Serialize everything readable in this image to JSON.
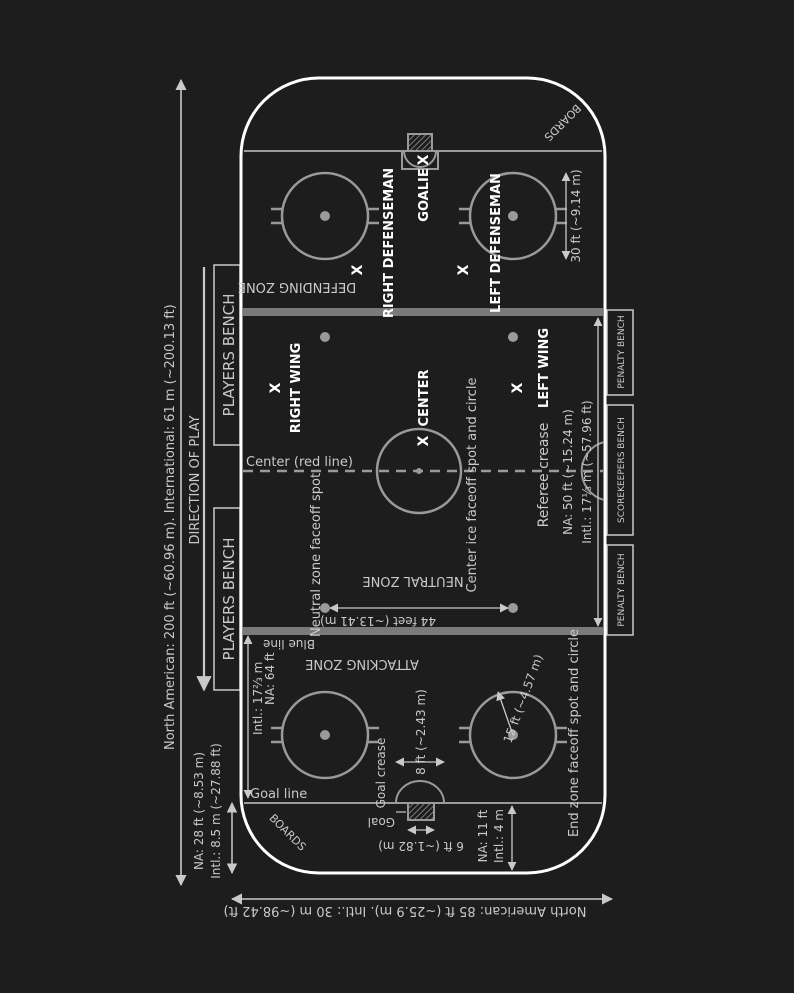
{
  "colors": {
    "background": "#1d1d1d",
    "boards": "#ffffff",
    "lines": "#9a9a9a",
    "text": "#c9c9c9",
    "player_text": "#ffffff"
  },
  "labels": {
    "dimension_length": "North American: 200 ft (~60.96 m). International: 61 m (~200.13 ft)",
    "dimension_width": "North American: 85 ft (~25.9 m). Intl.: 30 m (~98.42 ft)",
    "direction_of_play": "DIRECTION OF PLAY",
    "players_bench": "PLAYERS BENCH",
    "penalty_bench": "PENALTY BENCH",
    "scorekeepers_bench": "SCOREKEEPERS BENCH",
    "boards": "BOARDS",
    "defending_zone": "DEFENDING ZONE",
    "neutral_zone": "NEUTRAL ZONE",
    "attacking_zone": "ATTACKING ZONE",
    "goalie": "GOALIE",
    "right_defenseman": "RIGHT DEFENSEMAN",
    "left_defenseman": "LEFT DEFENSEMAN",
    "right_wing": "RIGHT WING",
    "left_wing": "LEFT WING",
    "center": "CENTER",
    "player_marker": "X",
    "center_red_line": "Center (red line)",
    "center_ice_faceoff": "Center ice faceoff spot and circle",
    "neutral_zone_faceoff": "Neutral zone faceoff spot",
    "referee_crease": "Referee crease",
    "na_50ft": "NA: 50 ft (~15.24 m)",
    "intl_17m": "Intl.: 17⅓ m (~57.96 ft)",
    "feet_44": "44 feet (~13.41 m)",
    "blue_line": "Blue line",
    "na_64ft": "NA: 64 ft",
    "intl_17_m": "Intl.: 17⅔ m",
    "end_zone_faceoff": "End zone faceoff spot and circle",
    "ft_15": "15 ft (~4.57 m)",
    "ft_8": "8 ft (~2.43 m)",
    "goal_crease": "Goal crease",
    "goal": "Goal",
    "goal_line": "Goal line",
    "ft_6": "6 ft (~1.82 m)",
    "na_11ft": "NA: 11 ft",
    "intl_4m": "Intl.: 4 m",
    "na_28ft": "NA: 28 ft (~8.53 m)",
    "intl_85m": "Intl.: 8.5 m (~27.88 ft)",
    "ft_30": "30 ft (~9.14 m)"
  }
}
